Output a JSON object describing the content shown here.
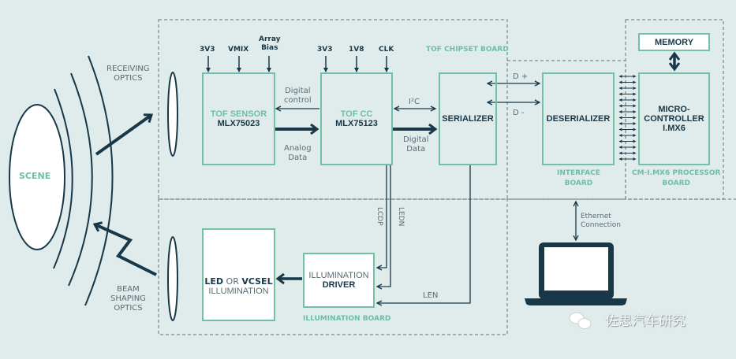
{
  "scene": {
    "label": "SCENE"
  },
  "optics": {
    "receiving": [
      "RECEIVING",
      "OPTICS"
    ],
    "beam_shaping": [
      "BEAM",
      "SHAPING",
      "OPTICS"
    ]
  },
  "boards": {
    "tof_chipset": "TOF CHIPSET BOARD",
    "interface": [
      "INTERFACE",
      "BOARD"
    ],
    "processor": [
      "CM-I.MX6 PROCESSOR",
      "BOARD"
    ],
    "illumination": "ILLUMINATION BOARD"
  },
  "blocks": {
    "tof_sensor": {
      "title": "TOF SENSOR",
      "part": "MLX75023",
      "inputs": [
        "3V3",
        "VMIX",
        "Array\nBias"
      ]
    },
    "tof_cc": {
      "title": "TOF CC",
      "part": "MLX75123",
      "inputs": [
        "3V3",
        "1V8",
        "CLK"
      ]
    },
    "serializer": {
      "title": "SERIALIZER"
    },
    "deserializer": {
      "title": "DESERIALIZER"
    },
    "microcontroller": {
      "line1": "MICRO-",
      "line2": "CONTROLLER",
      "line3": "I.MX6"
    },
    "memory": {
      "title": "MEMORY"
    },
    "illumination_driver": {
      "line1": "ILLUMINATION",
      "line2": "DRIVER"
    },
    "led_vcsel": {
      "led": "LED",
      "or": " OR ",
      "vcsel": "VCSEL",
      "line2": "ILLUMINATION"
    }
  },
  "signals": {
    "digital_control": [
      "Digital",
      "control"
    ],
    "analog_data": [
      "Analog",
      "Data"
    ],
    "i2c": "I²C",
    "digital_data": [
      "Digital",
      "Data"
    ],
    "d_plus": "D +",
    "d_minus": "D -",
    "lcdp": "LCDP",
    "ledn": "LEDN",
    "len": "LEN",
    "ethernet": [
      "Ethernet",
      "Connection"
    ]
  },
  "watermark": {
    "text": "佐思汽车研究",
    "icon": "wechat-icon"
  },
  "colors": {
    "accent": "#72c1a6",
    "dark": "#183849",
    "background": "#e0ecec",
    "dashed": "#7b8a8f"
  }
}
